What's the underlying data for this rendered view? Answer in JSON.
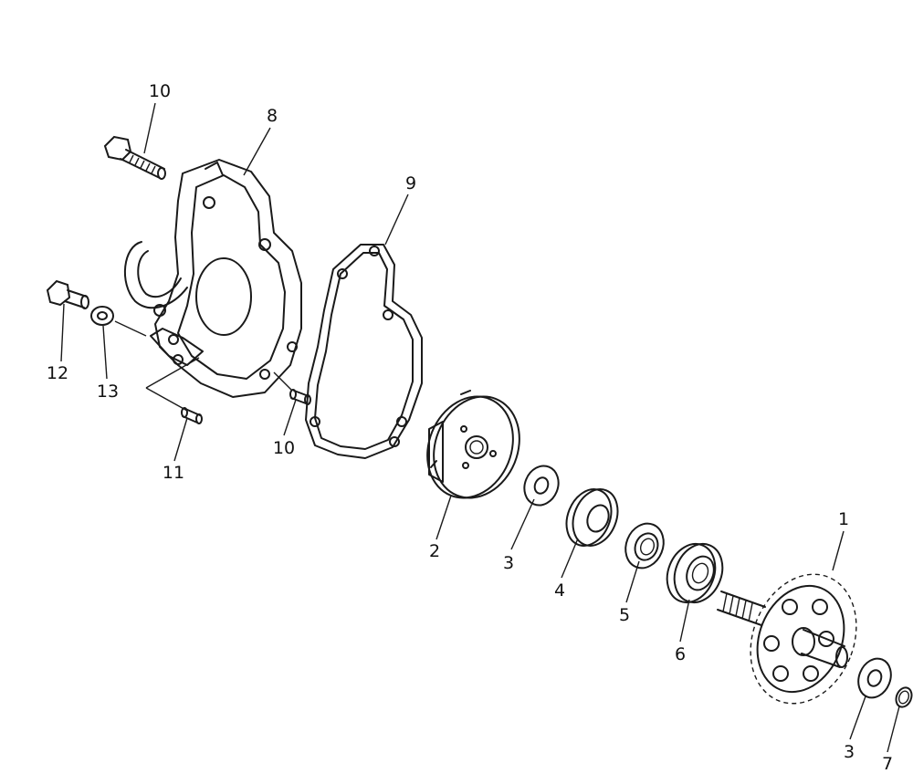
{
  "diagram": {
    "callouts": [
      {
        "id": "c1",
        "label": "1"
      },
      {
        "id": "c2",
        "label": "2"
      },
      {
        "id": "c3a",
        "label": "3"
      },
      {
        "id": "c3b",
        "label": "3"
      },
      {
        "id": "c4",
        "label": "4"
      },
      {
        "id": "c5",
        "label": "5"
      },
      {
        "id": "c6",
        "label": "6"
      },
      {
        "id": "c7",
        "label": "7"
      },
      {
        "id": "c8",
        "label": "8"
      },
      {
        "id": "c9",
        "label": "9"
      },
      {
        "id": "c10a",
        "label": "10"
      },
      {
        "id": "c10b",
        "label": "10"
      },
      {
        "id": "c11",
        "label": "11"
      },
      {
        "id": "c12",
        "label": "12"
      },
      {
        "id": "c13",
        "label": "13"
      }
    ]
  }
}
